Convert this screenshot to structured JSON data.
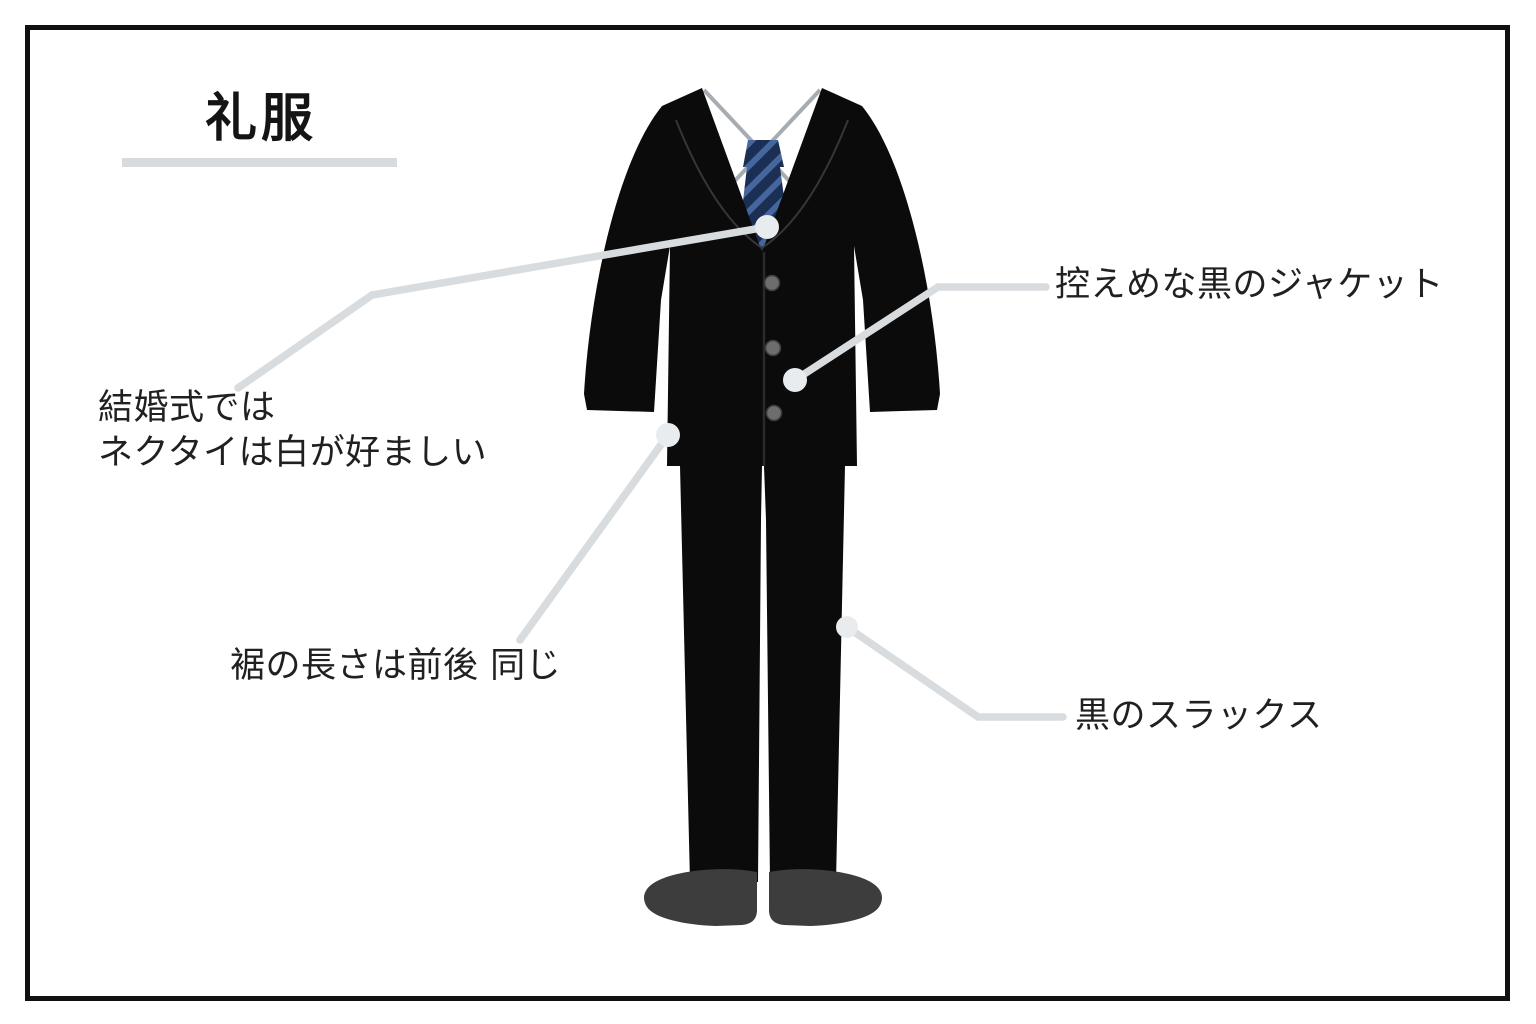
{
  "header": {
    "title": "礼服"
  },
  "annotations": {
    "tie_note": {
      "line1": "結婚式では",
      "line2": "ネクタイは白が好ましい"
    },
    "jacket_note": {
      "text": "控えめな黒のジャケット"
    },
    "hem_note": {
      "text": "裾の長さは前後 同じ"
    },
    "slacks_note": {
      "text": "黒のスラックス"
    }
  },
  "illustration": {
    "subject": "formal-suit",
    "parts": [
      "shirt-collar",
      "striped-necktie",
      "black-jacket",
      "jacket-buttons",
      "black-slacks",
      "dress-shoes"
    ],
    "callouts": 4
  },
  "colors": {
    "background": "#ffffff",
    "frame": "#101010",
    "ink": "#202020",
    "underline-bar": "#d8dbde",
    "suit": "#0b0b0b",
    "shoe": "#3d3d3d",
    "button": "#6d6d6d",
    "tie-base": "#1b2f55",
    "tie-stripe": "#45679d",
    "collar-outline": "#a6acb2",
    "callout-line": "#d8dcdf",
    "callout-dot": "#e9ecee"
  }
}
